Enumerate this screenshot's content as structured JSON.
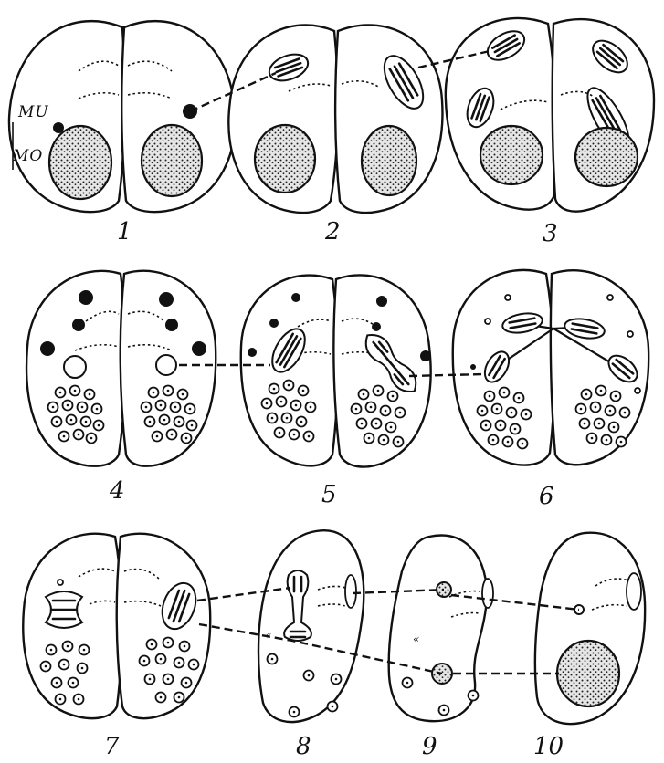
{
  "figure": {
    "labels": {
      "micronucleus": "MU",
      "macronucleus": "MO"
    },
    "stages": [
      {
        "number": "1"
      },
      {
        "number": "2"
      },
      {
        "number": "3"
      },
      {
        "number": "4"
      },
      {
        "number": "5"
      },
      {
        "number": "6"
      },
      {
        "number": "7"
      },
      {
        "number": "8"
      },
      {
        "number": "9"
      },
      {
        "number": "10"
      }
    ]
  }
}
